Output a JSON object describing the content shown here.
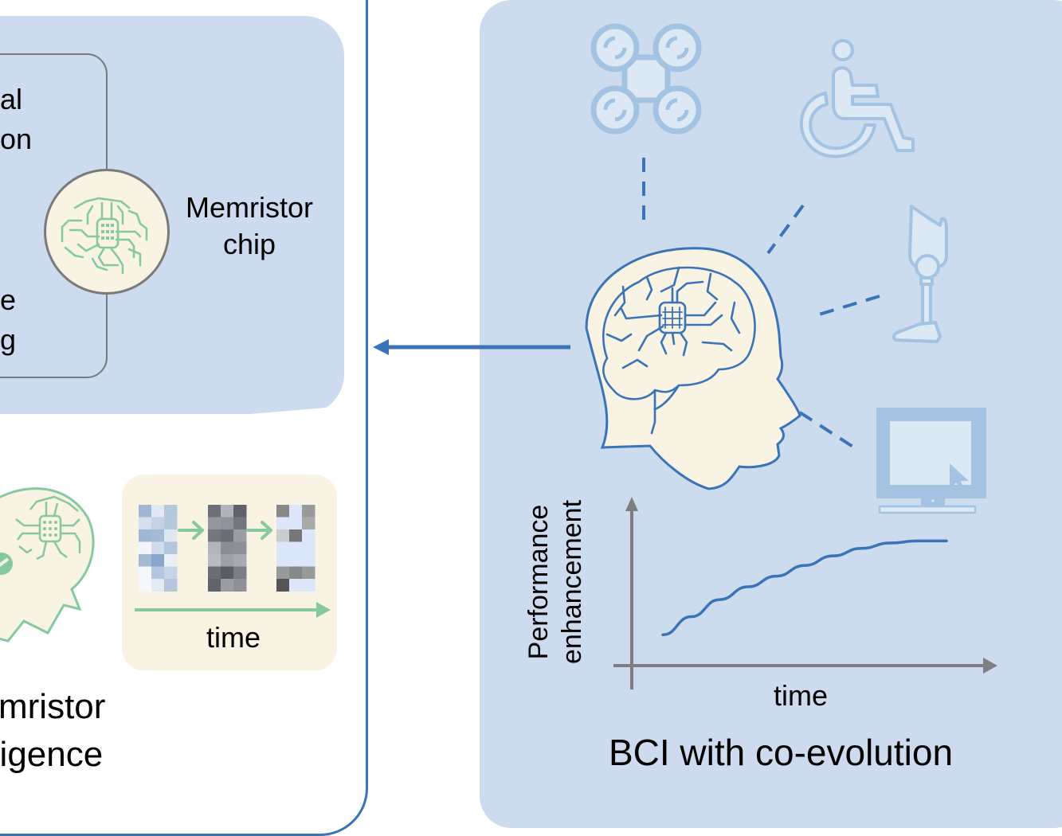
{
  "left_panel": {
    "inner_box_text_top": [
      "al",
      "on"
    ],
    "inner_box_text_bottom": [
      "e",
      "g"
    ],
    "chip_label": [
      "Memristor",
      "chip"
    ],
    "time_box_label": "time",
    "bottom_title": [
      "mristor",
      "lligence"
    ]
  },
  "right_panel": {
    "title": "BCI with co-evolution",
    "devices": [
      "drone-icon",
      "wheelchair-icon",
      "prosthetic-leg-icon",
      "computer-monitor-icon"
    ]
  },
  "colors": {
    "panel_blue": "#ccdcee",
    "frame_blue": "#3a73b8",
    "cream": "#f8f3e3",
    "green": "#86c9a1",
    "device_blue": "#a4c2e2",
    "axis_gray": "#7f7f7f"
  },
  "chart_data": {
    "type": "line",
    "title": "",
    "xlabel": "time",
    "ylabel": "Performance enhancement",
    "xlim": [
      0,
      1
    ],
    "ylim": [
      0,
      1
    ],
    "grid": false,
    "series": [
      {
        "name": "performance",
        "x": [
          0.0,
          0.1,
          0.2,
          0.3,
          0.4,
          0.5,
          0.6,
          0.7,
          0.8,
          0.9,
          1.0
        ],
        "y": [
          0.05,
          0.22,
          0.38,
          0.5,
          0.6,
          0.7,
          0.79,
          0.86,
          0.91,
          0.93,
          0.93
        ]
      }
    ]
  }
}
